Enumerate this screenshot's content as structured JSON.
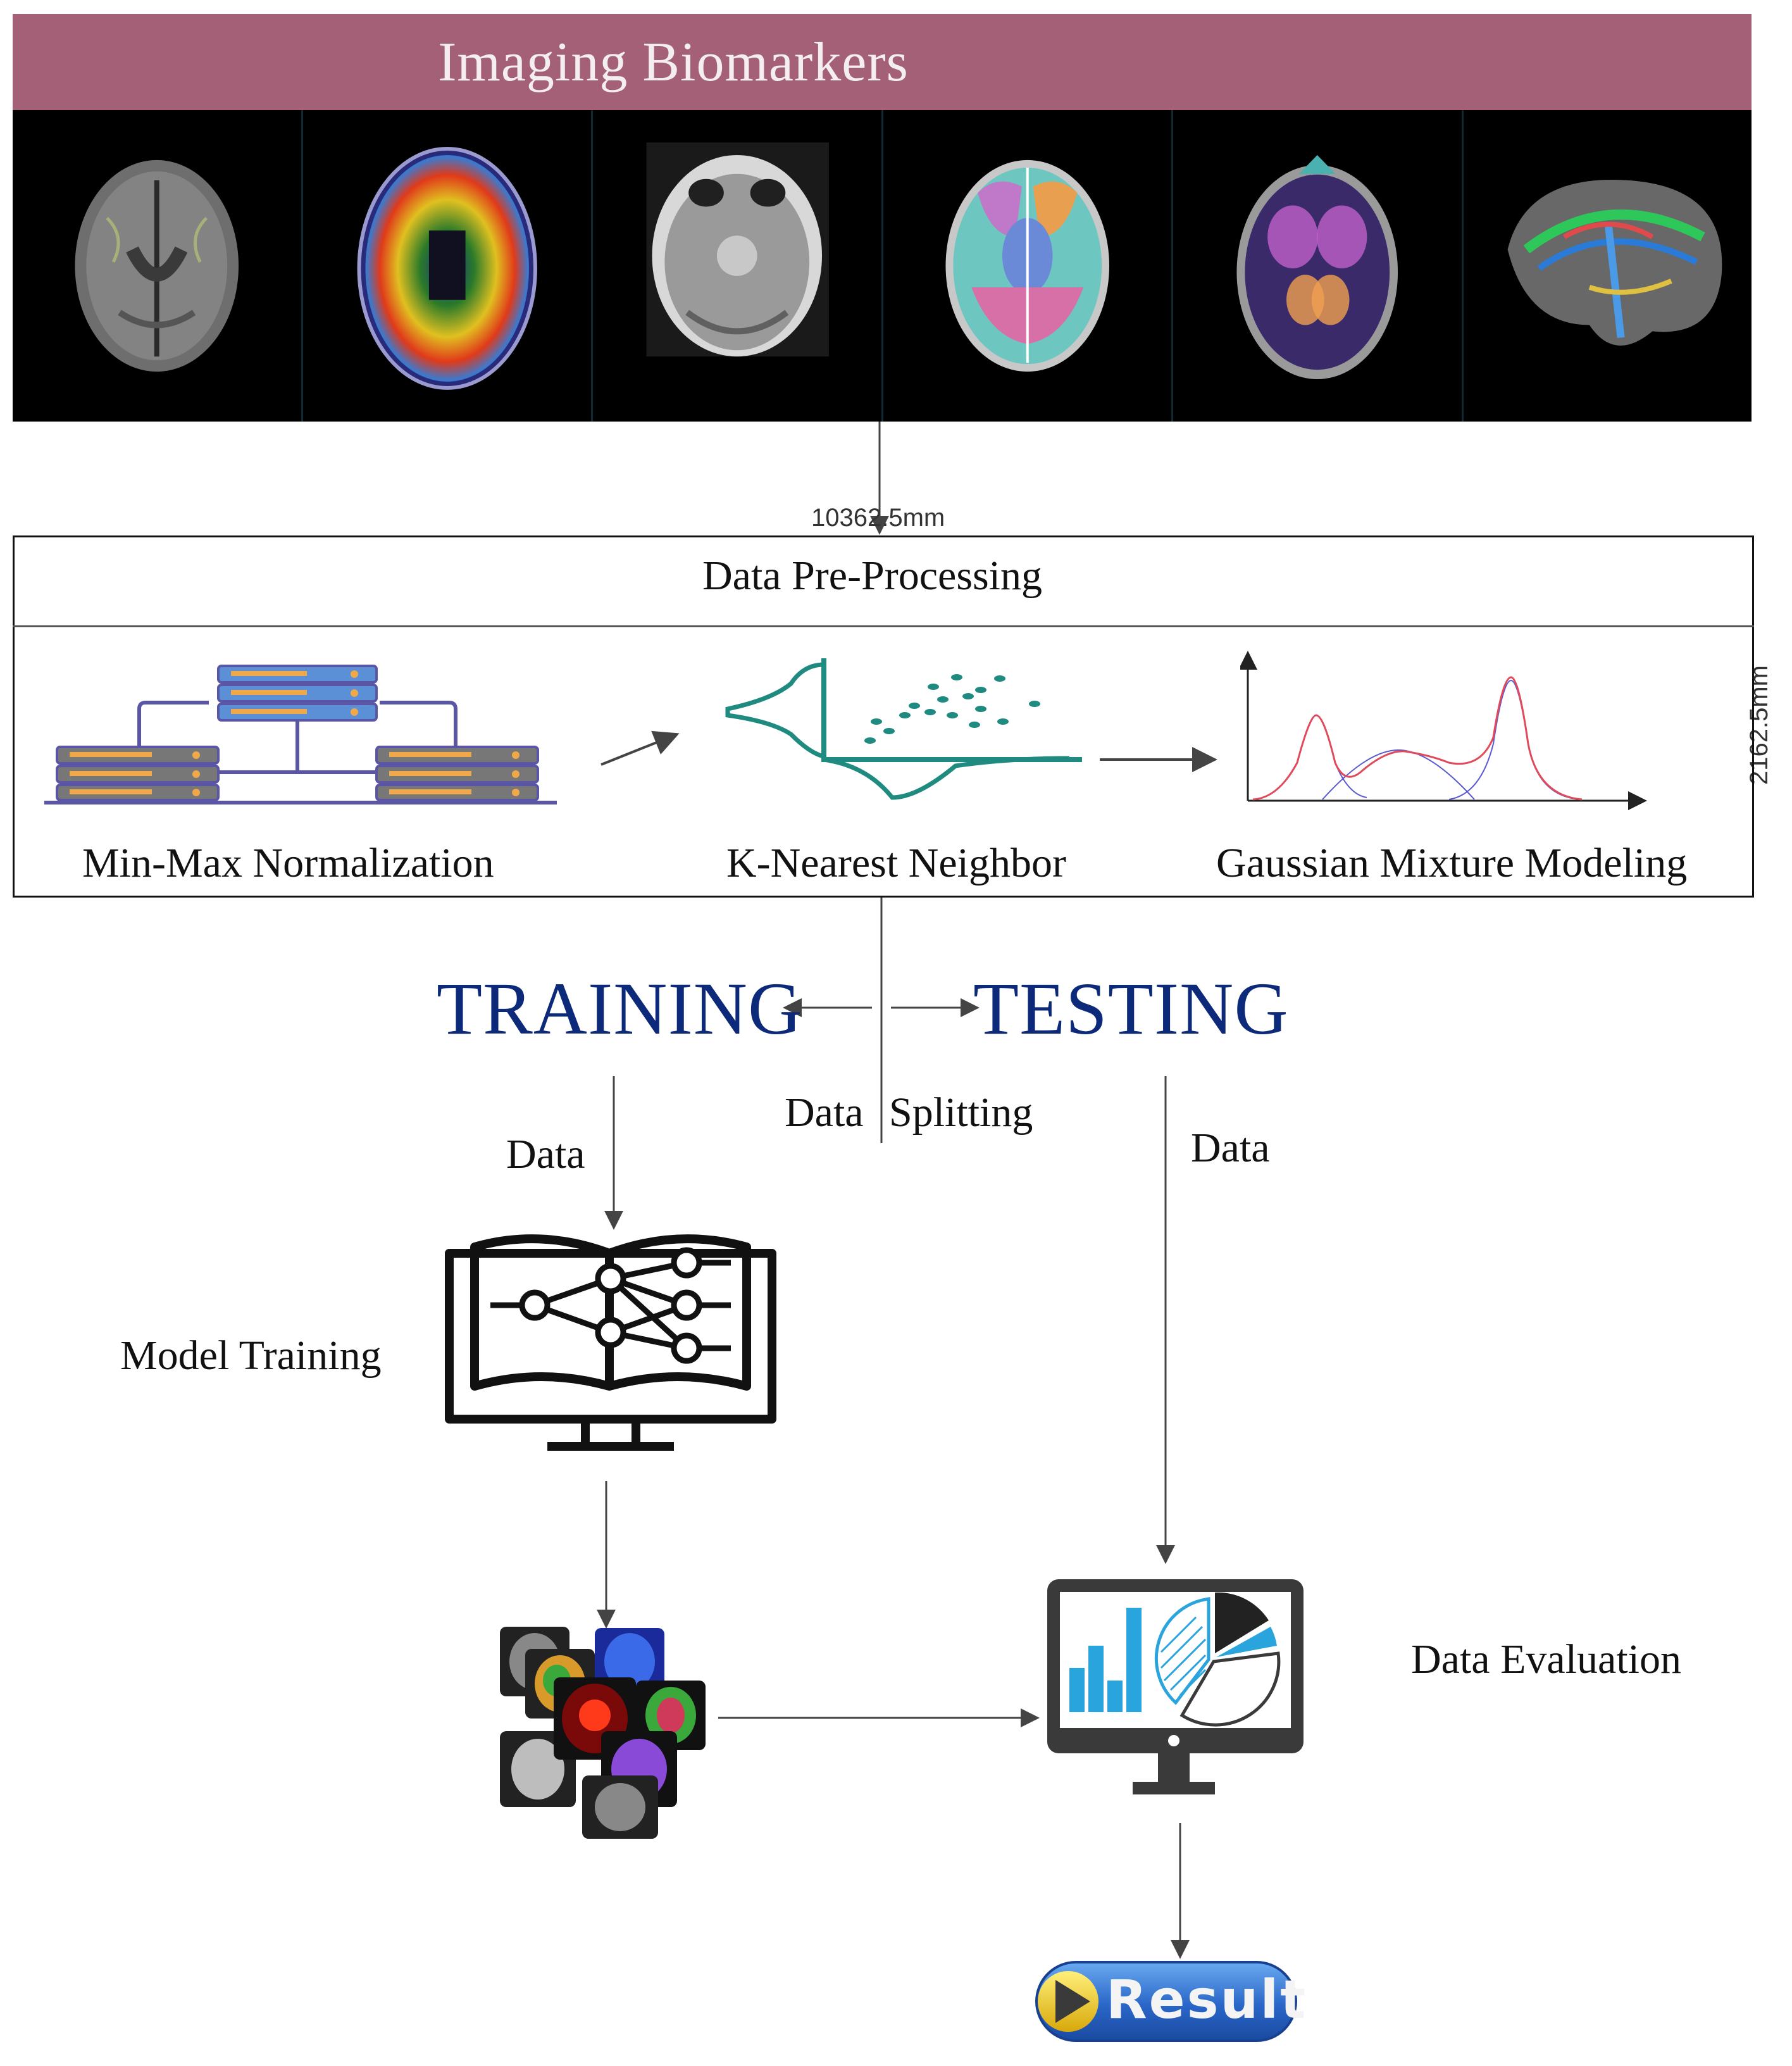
{
  "header": {
    "title": "Imaging Biomarkers"
  },
  "strip": {
    "panels": [
      {
        "icon": "gray-mri-axial-icon"
      },
      {
        "icon": "pet-heatmap-axial-icon"
      },
      {
        "icon": "t1-mri-axial-icon"
      },
      {
        "icon": "segmentation-atlas-axial-icon"
      },
      {
        "icon": "pet-mri-fusion-icon"
      },
      {
        "icon": "dti-tractography-sagittal-icon"
      }
    ]
  },
  "dimensions": {
    "width_label": "10362.5mm",
    "height_label": "2162.5mm"
  },
  "preprocessing": {
    "title": "Data Pre-Processing",
    "steps": [
      {
        "label": "Min-Max Normalization",
        "icon": "server-rack-icon"
      },
      {
        "label": "K-Nearest Neighbor",
        "icon": "knn-scatter-icon"
      },
      {
        "label": "Gaussian Mixture Modeling",
        "icon": "gaussian-mixture-plot-icon"
      }
    ]
  },
  "split": {
    "training": "TRAINING",
    "testing": "TESTING",
    "splitting_label_left": "Data",
    "splitting_label_right": "Splitting"
  },
  "training_flow": {
    "data_label": "Data",
    "model_label": "Model Training",
    "model_icon": "neural-network-book-monitor-icon",
    "output_icon": "brain-scan-collage-icon"
  },
  "testing_flow": {
    "data_label": "Data",
    "evaluation_label": "Data Evaluation",
    "evaluation_icon": "analytics-monitor-icon"
  },
  "result": {
    "label": "Result"
  },
  "colors": {
    "banner": "#a46076",
    "heading_blue": "#0d2a7a",
    "teal": "#1f8a80",
    "chart_blue": "#2aa4dc"
  }
}
